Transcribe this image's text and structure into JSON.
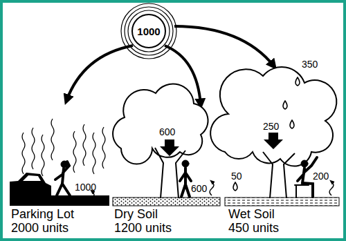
{
  "diagram": {
    "nodes": [
      {
        "text": [
          "1000"
        ]
      }
    ],
    "labels": [
      "1000",
      "Parking Lot 2000 units",
      "600",
      "600",
      "Dry Soil 1200 units",
      "350",
      "250",
      "50",
      "200",
      "Wet Soil 450 units"
    ]
  }
}
